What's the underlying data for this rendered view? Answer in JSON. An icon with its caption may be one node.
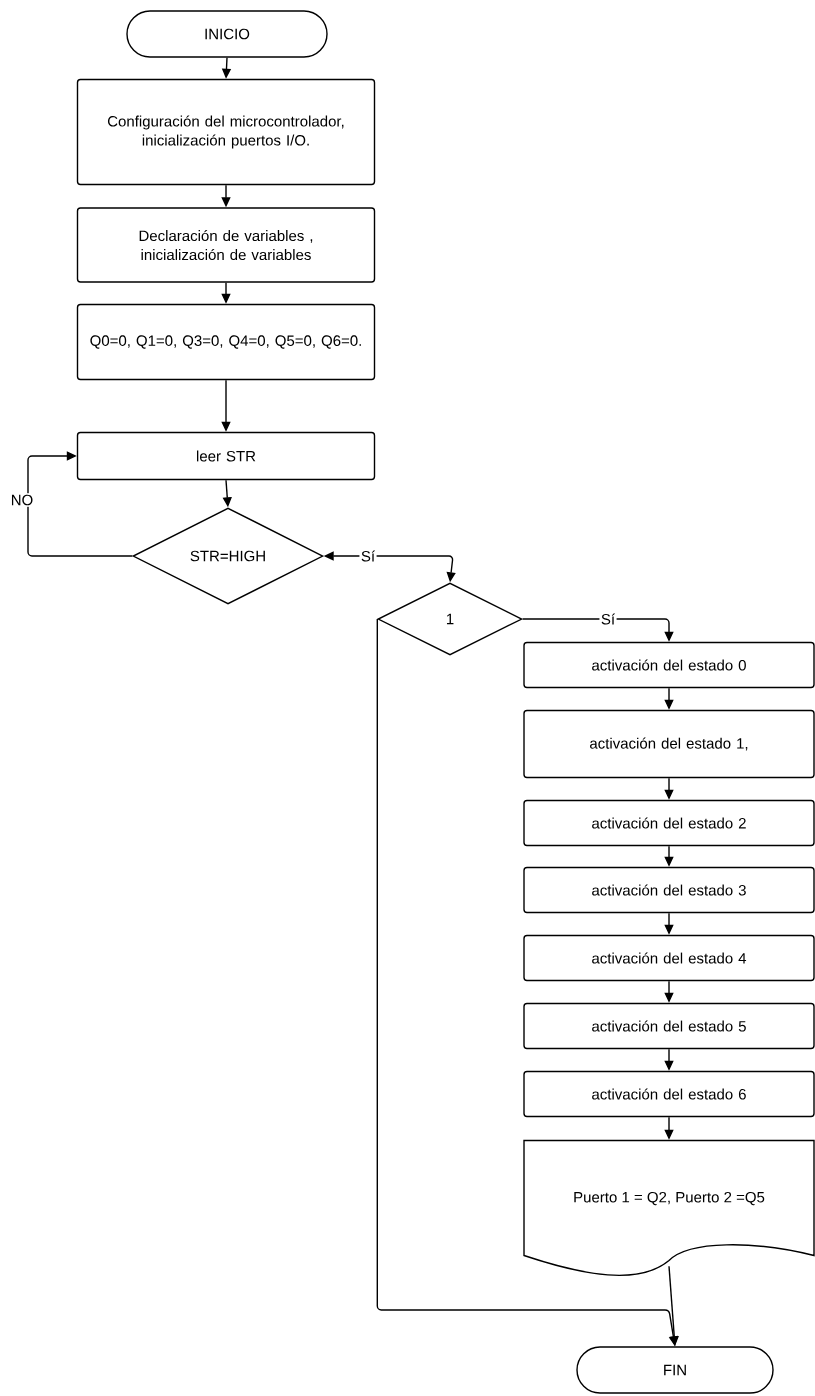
{
  "diagram": {
    "nodes": [
      {
        "text": [
          "INICIO"
        ]
      },
      {
        "text": [
          "Configuración del microcontrolador, inicialización  puertos I/O."
        ]
      },
      {
        "text": [
          "Declaración de variables , inicialización de variables"
        ]
      },
      {
        "text": [
          "Q0=0, Q1=0, Q3=0, Q4=0, Q5=0, Q6=0."
        ]
      },
      {
        "text": [
          "leer STR"
        ]
      },
      {
        "text": [
          "STR=HIGH"
        ]
      },
      {
        "text": [
          "1"
        ]
      },
      {
        "text": [
          "activación del estado 0"
        ]
      },
      {
        "text": [
          "activación del estado 1,"
        ]
      },
      {
        "text": [
          "activación del estado 2"
        ]
      },
      {
        "text": [
          "activación del estado 3"
        ]
      },
      {
        "text": [
          "activación del estado 4"
        ]
      },
      {
        "text": [
          "activación del estado 5"
        ]
      },
      {
        "text": [
          "activación del estado 6"
        ]
      },
      {
        "text": [
          "Puerto 1 = Q2, Puerto 2 =Q5"
        ]
      },
      {
        "text": [
          "FIN"
        ]
      }
    ],
    "edges": [
      {
        "from": 0,
        "to": 1,
        "arrow": "to"
      },
      {
        "from": 1,
        "to": 2,
        "arrow": "to"
      },
      {
        "from": 2,
        "to": 3,
        "arrow": "to"
      },
      {
        "from": 3,
        "to": 4,
        "arrow": "to"
      },
      {
        "from": 4,
        "to": 5,
        "arrow": "to"
      },
      {
        "from": 5,
        "to": 4,
        "arrow": "to",
        "label": "NO"
      },
      {
        "from": 5,
        "to": 6,
        "arrow": "both",
        "label": "Sí"
      },
      {
        "from": 6,
        "to": 7,
        "arrow": "to",
        "label": "Sí"
      },
      {
        "from": 7,
        "to": 8,
        "arrow": "to"
      },
      {
        "from": 8,
        "to": 9,
        "arrow": "to"
      },
      {
        "from": 9,
        "to": 10,
        "arrow": "to"
      },
      {
        "from": 10,
        "to": 11,
        "arrow": "to"
      },
      {
        "from": 11,
        "to": 12,
        "arrow": "to"
      },
      {
        "from": 12,
        "to": 13,
        "arrow": "to"
      },
      {
        "from": 13,
        "to": 14,
        "arrow": "to"
      },
      {
        "from": 14,
        "to": 15,
        "arrow": "to"
      },
      {
        "from": 6,
        "to": 15,
        "arrow": "to"
      }
    ]
  }
}
